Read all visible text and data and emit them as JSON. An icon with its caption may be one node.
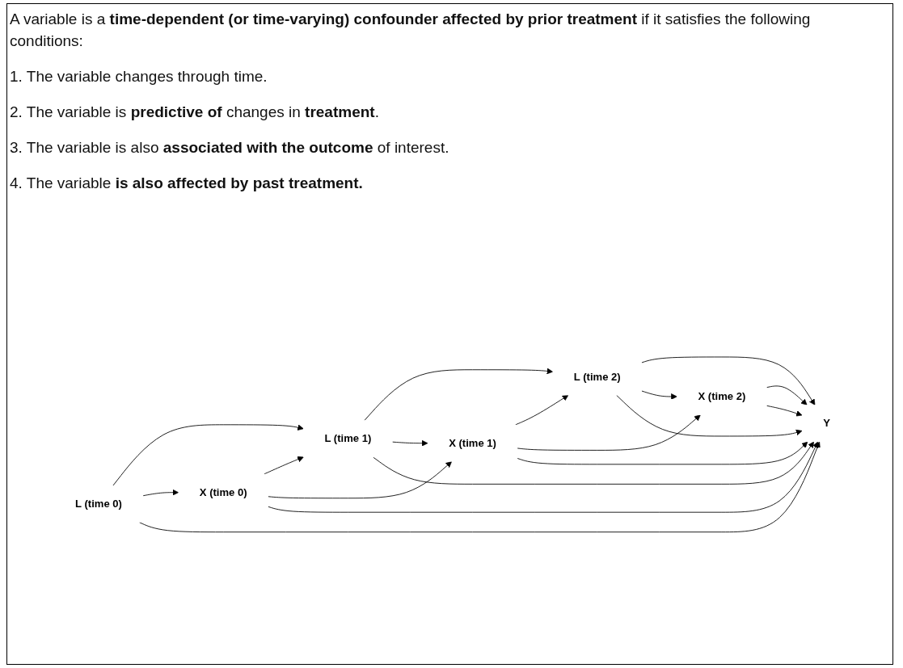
{
  "diagram": {
    "nodes": [
      {
        "text": [
          "L (time 0)"
        ]
      },
      {
        "text": [
          "L (time 1)"
        ]
      },
      {
        "text": [
          "L (time 2)"
        ]
      },
      {
        "text": [
          "Y"
        ]
      },
      {
        "text": [
          "X (time 0)"
        ]
      },
      {
        "text": [
          "X (time 1)"
        ]
      },
      {
        "text": [
          "X (time 2)"
        ]
      }
    ],
    "edges": [
      {
        "from": 0,
        "to": 1,
        "arrow": "to"
      },
      {
        "from": 1,
        "to": 2,
        "arrow": "to"
      },
      {
        "from": 2,
        "to": 3,
        "arrow": "to"
      },
      {
        "from": 0,
        "to": 4,
        "arrow": "to"
      },
      {
        "from": 4,
        "to": 1,
        "arrow": "to"
      },
      {
        "from": 1,
        "to": 5,
        "arrow": "to"
      },
      {
        "from": 5,
        "to": 2,
        "arrow": "to"
      },
      {
        "from": 2,
        "to": 6,
        "arrow": "to"
      },
      {
        "from": 4,
        "to": 5,
        "arrow": "to"
      },
      {
        "from": 5,
        "to": 6,
        "arrow": "to"
      },
      {
        "from": 6,
        "to": 3,
        "arrow": "to"
      },
      {
        "from": 0,
        "to": 3,
        "arrow": "to"
      },
      {
        "from": 1,
        "to": 3,
        "arrow": "to"
      },
      {
        "from": 2,
        "to": 3,
        "arrow": "to"
      },
      {
        "from": 4,
        "to": 3,
        "arrow": "to"
      },
      {
        "from": 5,
        "to": 3,
        "arrow": "to"
      },
      {
        "from": 6,
        "to": 3,
        "arrow": "to"
      }
    ],
    "labels": [
      "A variable is a **time-dependent (or time-varying) confounder affected by prior treatment** if it satisfies the following conditions:",
      "1. The variable changes through time.",
      "2.  The variable is **predictive of** changes in **treatment**.",
      "3. The variable is also **associated with the outcome** of interest.",
      "4. The variable **is also affected by past treatment.**"
    ]
  }
}
